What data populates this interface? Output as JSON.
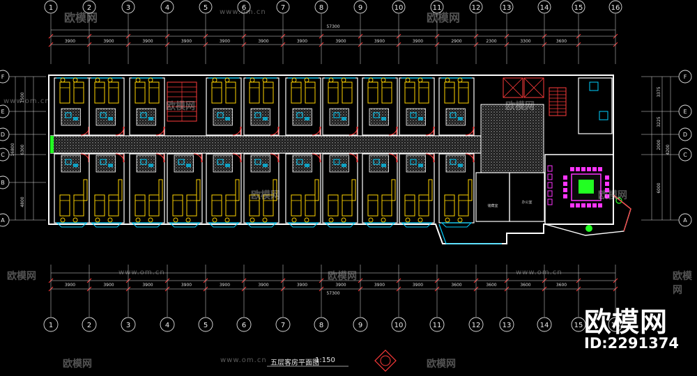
{
  "drawing": {
    "title": "五层客房平面图",
    "scale": "1:150",
    "total_dimension": "57300",
    "top_dimensions": [
      "3900",
      "3900",
      "3900",
      "3900",
      "3900",
      "3900",
      "3900",
      "3900",
      "3900",
      "3900",
      "2900",
      "2300",
      "3300",
      "3600"
    ],
    "bottom_dimensions": [
      "3900",
      "3900",
      "3900",
      "3900",
      "3900",
      "3900",
      "3900",
      "3900",
      "3900",
      "3900",
      "3600",
      "3600",
      "3600",
      "3600"
    ],
    "column_axes": [
      "1",
      "2",
      "3",
      "4",
      "5",
      "6",
      "7",
      "8",
      "9",
      "10",
      "11",
      "12",
      "13",
      "14",
      "15",
      "16"
    ],
    "row_axes_left": [
      "F",
      "E",
      "D",
      "C",
      "B",
      "A"
    ],
    "row_axes_right": [
      "F",
      "E",
      "D",
      "C",
      "A"
    ],
    "left_dimensions": [
      "16800",
      "6300",
      "4800",
      "1500"
    ],
    "right_dimensions": [
      "3375",
      "3225",
      "2000",
      "4200",
      "6000"
    ],
    "room_labels": [
      "办公室",
      "储藏室"
    ],
    "colors": {
      "background": "#000000",
      "wall": "#ffffff",
      "axis": "#e0e0e0",
      "dimension": "#ff3b3b",
      "furniture": "#ffd400",
      "fixture": "#00d0ff",
      "accent": "#ff35ff",
      "plant": "#22ff22"
    }
  },
  "watermark": {
    "brand": "欧模网",
    "site": "www.om.cn",
    "id": "ID:2291374"
  }
}
